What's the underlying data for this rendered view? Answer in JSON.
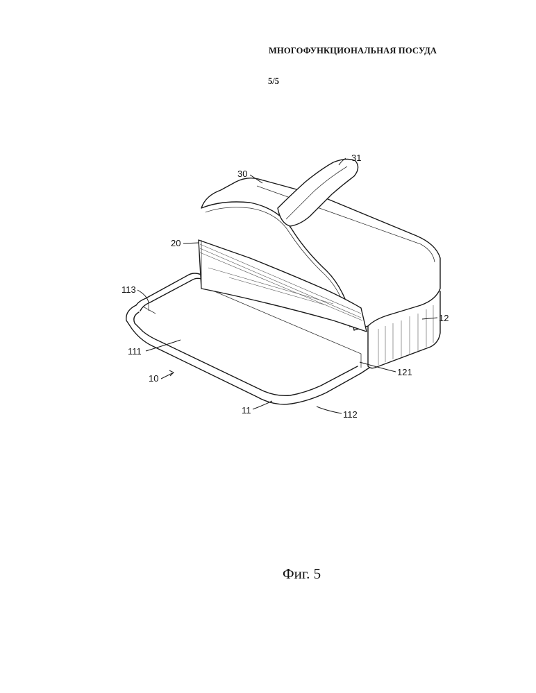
{
  "header": {
    "title": "МНОГОФУНКЦИОНАЛЬНАЯ ПОСУДА",
    "sheet": "5/5"
  },
  "figure": {
    "reference_labels": {
      "r31": "31",
      "r30": "30",
      "r20": "20",
      "r113": "113",
      "r12": "12",
      "r111": "111",
      "r121": "121",
      "r10": "10",
      "r11": "11",
      "r112": "112"
    },
    "caption": "Фиг. 5"
  }
}
